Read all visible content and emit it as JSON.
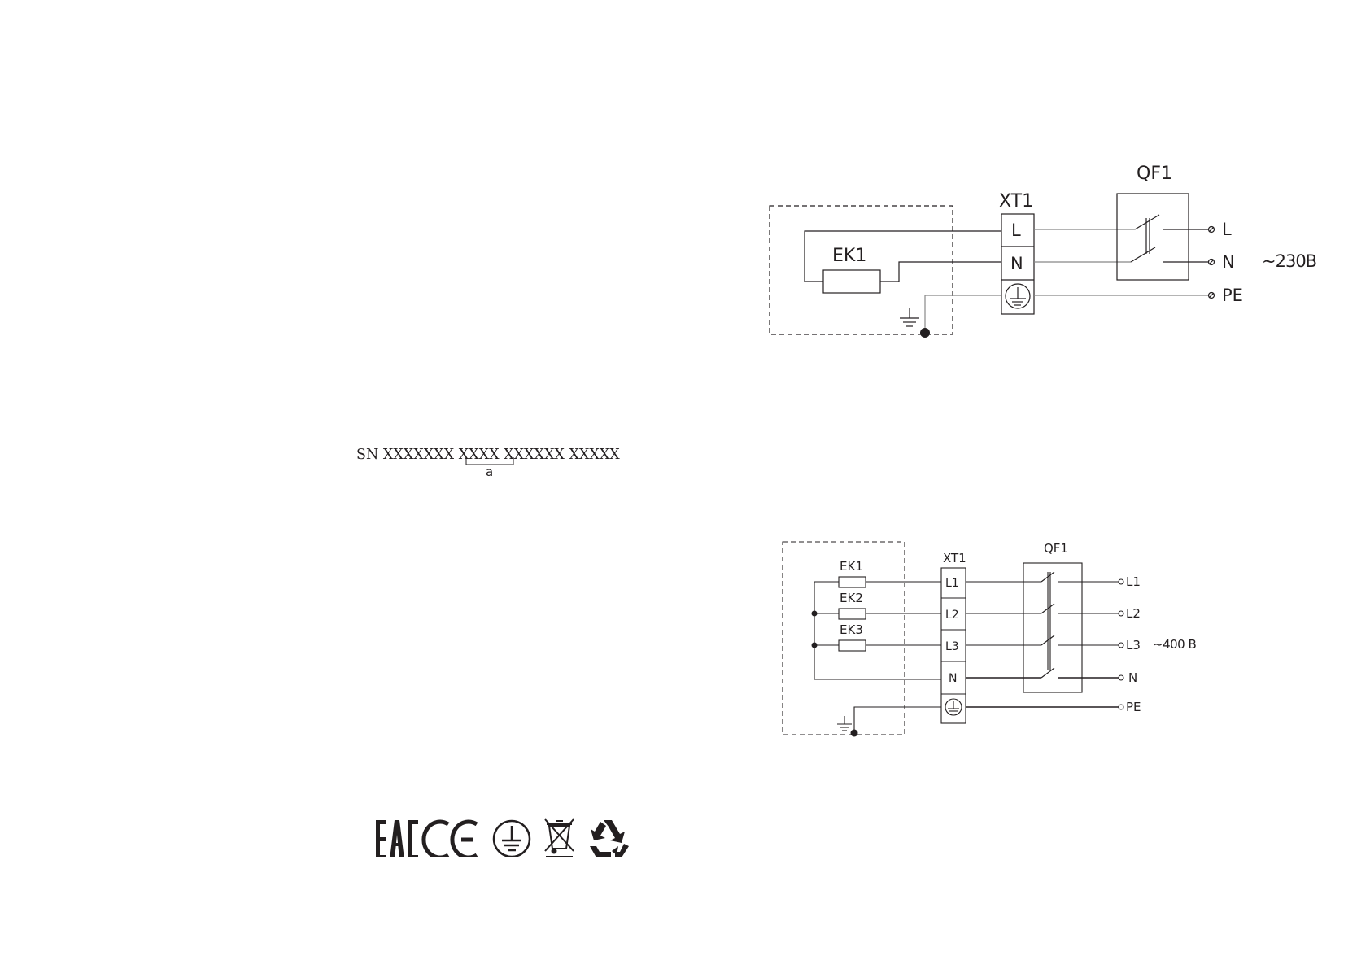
{
  "diagram_1ph": {
    "heater": "EK1",
    "terminal_block": "XT1",
    "terminals": [
      "L",
      "N"
    ],
    "breaker": "QF1",
    "supply_lines": [
      "L",
      "N",
      "PE"
    ],
    "voltage": "~230B"
  },
  "diagram_3ph": {
    "heaters": [
      "EK1",
      "EK2",
      "EK3"
    ],
    "terminal_block": "XT1",
    "terminals": [
      "L1",
      "L2",
      "L3",
      "N"
    ],
    "breaker": "QF1",
    "supply_lines": [
      "L1",
      "L2",
      "L3",
      "N",
      "PE"
    ],
    "voltage": "~400 B"
  },
  "serial": {
    "prefix": "SN",
    "group1": "XXXXXXX",
    "group2": "XXXX",
    "group3": "XXXXXX",
    "group4": "XXXXX",
    "bracket_label": "a"
  },
  "marks": {
    "eac": "EAC",
    "icons": [
      "eac-mark-icon",
      "ce-mark-icon",
      "protective-earth-icon",
      "weee-crossed-bin-icon",
      "recycling-icon"
    ]
  },
  "colors": {
    "ink": "#231f20",
    "background": "#ffffff"
  }
}
